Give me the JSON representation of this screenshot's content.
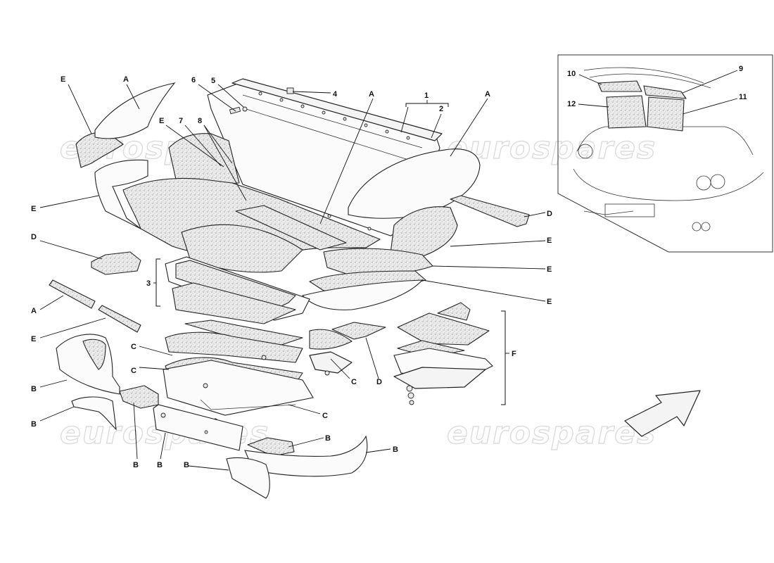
{
  "watermark": "eurospares",
  "labels": {
    "A_rear_left": "A",
    "E_rear_left": "E",
    "n6": "6",
    "n5": "5",
    "n4": "4",
    "A_center": "A",
    "n1": "1",
    "n2": "2",
    "A_right": "A",
    "E_upper_left": "E",
    "n7": "7",
    "n8": "8",
    "E_left_tray": "E",
    "D_right": "D",
    "D_left": "D",
    "E_right_1": "E",
    "E_right_2": "E",
    "E_right_3": "E",
    "n3": "3",
    "A_left_strip": "A",
    "E_left_strip": "E",
    "C_1": "C",
    "C_2": "C",
    "C_3": "C",
    "C_4": "C",
    "D_center": "D",
    "F": "F",
    "B_1": "B",
    "B_2": "B",
    "B_3": "B",
    "B_4": "B",
    "B_5": "B",
    "B_6": "B",
    "B_7": "B",
    "n10": "10",
    "n9": "9",
    "n12": "12",
    "n11": "11"
  }
}
